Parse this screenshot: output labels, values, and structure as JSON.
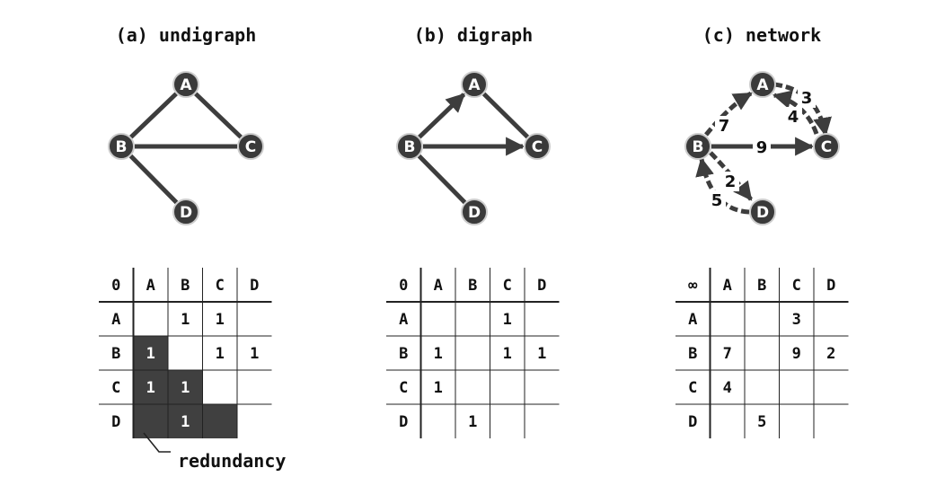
{
  "panels": [
    {
      "id": "undigraph",
      "title": "(a) undigraph",
      "nodes": [
        {
          "id": "A",
          "label": "A"
        },
        {
          "id": "B",
          "label": "B"
        },
        {
          "id": "C",
          "label": "C"
        },
        {
          "id": "D",
          "label": "D"
        }
      ],
      "edges": [
        {
          "from": "A",
          "to": "B",
          "directed": false
        },
        {
          "from": "A",
          "to": "C",
          "directed": false
        },
        {
          "from": "B",
          "to": "C",
          "directed": false
        },
        {
          "from": "B",
          "to": "D",
          "directed": false
        }
      ],
      "matrix": {
        "corner": "0",
        "headers": [
          "A",
          "B",
          "C",
          "D"
        ],
        "rows": [
          {
            "label": "A",
            "cells": [
              "",
              "1",
              "1",
              ""
            ],
            "shaded": [
              false,
              false,
              false,
              false
            ]
          },
          {
            "label": "B",
            "cells": [
              "1",
              "",
              "1",
              "1"
            ],
            "shaded": [
              true,
              false,
              false,
              false
            ]
          },
          {
            "label": "C",
            "cells": [
              "1",
              "1",
              "",
              ""
            ],
            "shaded": [
              true,
              true,
              false,
              false
            ]
          },
          {
            "label": "D",
            "cells": [
              "",
              "1",
              "",
              ""
            ],
            "shaded": [
              true,
              true,
              true,
              false
            ]
          }
        ]
      },
      "note": "redundancy"
    },
    {
      "id": "digraph",
      "title": "(b) digraph",
      "nodes": [
        {
          "id": "A",
          "label": "A"
        },
        {
          "id": "B",
          "label": "B"
        },
        {
          "id": "C",
          "label": "C"
        },
        {
          "id": "D",
          "label": "D"
        }
      ],
      "edges": [
        {
          "from": "B",
          "to": "A",
          "directed": true
        },
        {
          "from": "A",
          "to": "C",
          "directed": false
        },
        {
          "from": "B",
          "to": "C",
          "directed": true
        },
        {
          "from": "B",
          "to": "D",
          "directed": false
        }
      ],
      "matrix": {
        "corner": "0",
        "headers": [
          "A",
          "B",
          "C",
          "D"
        ],
        "rows": [
          {
            "label": "A",
            "cells": [
              "",
              "",
              "1",
              ""
            ]
          },
          {
            "label": "B",
            "cells": [
              "1",
              "",
              "1",
              "1"
            ]
          },
          {
            "label": "C",
            "cells": [
              "1",
              "",
              "",
              ""
            ]
          },
          {
            "label": "D",
            "cells": [
              "",
              "1",
              "",
              ""
            ]
          }
        ]
      }
    },
    {
      "id": "network",
      "title": "(c) network",
      "nodes": [
        {
          "id": "A",
          "label": "A"
        },
        {
          "id": "B",
          "label": "B"
        },
        {
          "id": "C",
          "label": "C"
        },
        {
          "id": "D",
          "label": "D"
        }
      ],
      "edges": [
        {
          "from": "B",
          "to": "A",
          "weight": "7"
        },
        {
          "from": "A",
          "to": "C",
          "weight": "3"
        },
        {
          "from": "C",
          "to": "A",
          "weight": "4"
        },
        {
          "from": "B",
          "to": "C",
          "weight": "9"
        },
        {
          "from": "B",
          "to": "D",
          "weight": "2"
        },
        {
          "from": "D",
          "to": "B",
          "weight": "5"
        }
      ],
      "matrix": {
        "corner": "∞",
        "headers": [
          "A",
          "B",
          "C",
          "D"
        ],
        "rows": [
          {
            "label": "A",
            "cells": [
              "",
              "",
              "3",
              ""
            ]
          },
          {
            "label": "B",
            "cells": [
              "7",
              "",
              "9",
              "2"
            ]
          },
          {
            "label": "C",
            "cells": [
              "4",
              "",
              "",
              ""
            ]
          },
          {
            "label": "D",
            "cells": [
              "",
              "5",
              "",
              ""
            ]
          }
        ]
      }
    }
  ],
  "colors": {
    "node_fill": "#3a3a3a",
    "node_stroke": "#cccccc",
    "edge": "#3d3d3d",
    "shade": "#404040",
    "grid": "#222222",
    "text": "#111111"
  }
}
